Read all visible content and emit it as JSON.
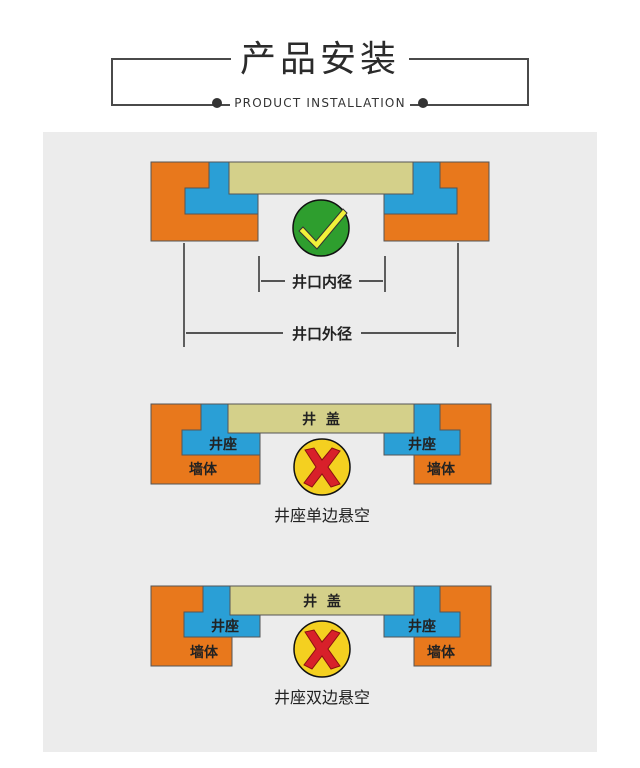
{
  "header": {
    "title": "产品安装",
    "subtitle": "PRODUCT INSTALLATION"
  },
  "diagram1": {
    "inner_label": "井口内径",
    "outer_label": "井口外径"
  },
  "diagram2": {
    "lid_label": "井  盖",
    "seat_left": "井座",
    "seat_right": "井座",
    "wall_left": "墙体",
    "wall_right": "墙体",
    "caption": "井座单边悬空"
  },
  "diagram3": {
    "lid_label": "井  盖",
    "seat_left": "井座",
    "seat_right": "井座",
    "wall_left": "墙体",
    "wall_right": "墙体",
    "caption": "井座双边悬空"
  },
  "colors": {
    "wall": "#e8781c",
    "seat": "#2a9fd6",
    "lid": "#d4d08a",
    "ok": "#2e9e2e",
    "bad": "#f4d020",
    "cross": "#d8202a"
  }
}
